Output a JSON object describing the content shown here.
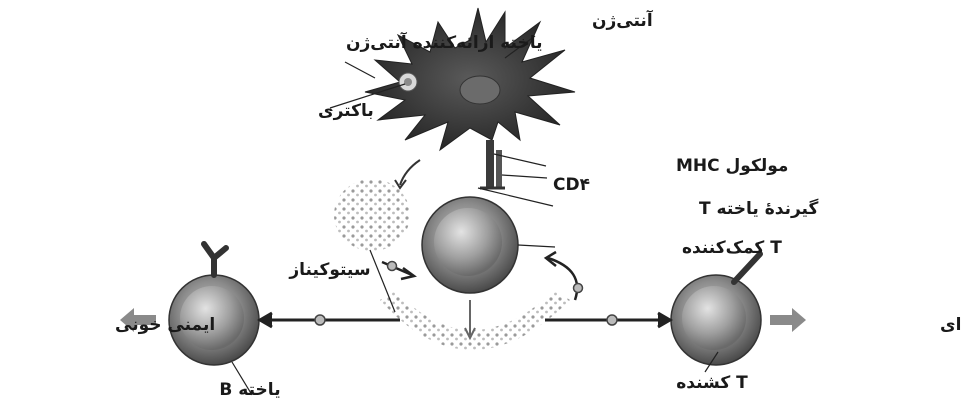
{
  "labels": {
    "apc": "یاخته ارائه‌کننده آنتی‌ژن",
    "antigen": "آنتی‌ژن",
    "bacteria": "باکتری",
    "mhc": "مولکول MHC",
    "cd4": "CD۴",
    "t_receptor": "گیرندهٔ یاخته T",
    "helper_t": "T کمک‌کننده",
    "cytokine": "سیتوکیناز",
    "humoral": "ایمنی خونی",
    "cellular": "ایمنی یاخته‌ای",
    "b_cell": "یاخته B",
    "killer_t": "T کشنده"
  }
}
